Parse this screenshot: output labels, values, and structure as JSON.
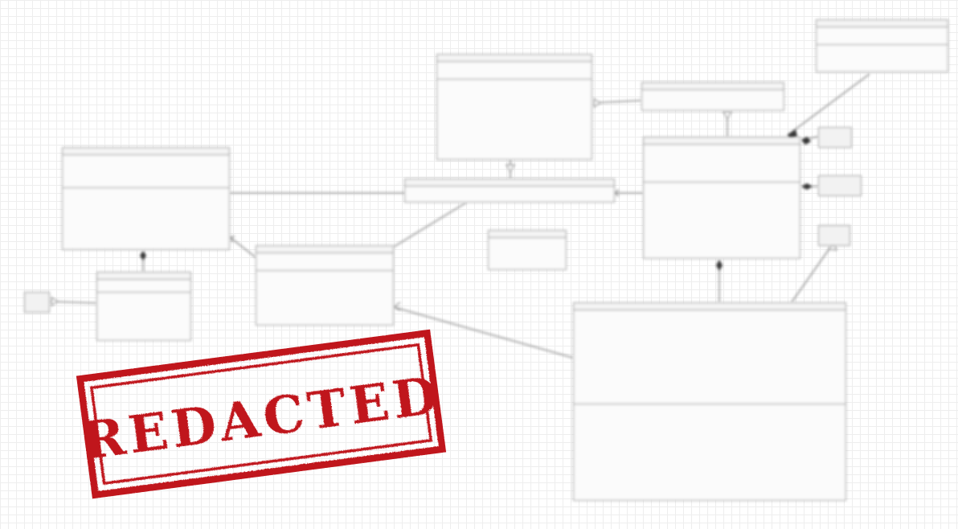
{
  "diagram": {
    "note": "Class diagram rendered heavily blurred; the class names, fields and operations are not legible in the screenshot.",
    "stamp": {
      "text": "REDACTED",
      "color": "#c0161f"
    },
    "classes": [
      {
        "id": "top-right-a",
        "rows": [
          [
            "",
            "",
            ""
          ],
          [
            "",
            "",
            "",
            ""
          ]
        ]
      },
      {
        "id": "top-center",
        "rows": [
          [
            "",
            "",
            ""
          ],
          [
            "",
            "",
            "",
            "",
            "",
            "",
            "",
            "",
            "",
            "",
            "",
            "",
            ""
          ]
        ]
      },
      {
        "id": "top-center-right",
        "rows": [
          [
            ""
          ]
        ]
      },
      {
        "id": "left-large",
        "rows": [
          [
            "",
            "",
            "",
            "",
            "",
            ""
          ],
          [
            "",
            "",
            "",
            "",
            "",
            "",
            "",
            ""
          ]
        ]
      },
      {
        "id": "center-adapter",
        "rows": [
          [
            ""
          ]
        ]
      },
      {
        "id": "right-main",
        "rows": [
          [
            "",
            "",
            "",
            "",
            "",
            "",
            ""
          ],
          [
            "",
            "",
            "",
            "",
            "",
            "",
            "",
            "",
            "",
            "",
            "",
            "",
            ""
          ]
        ]
      },
      {
        "id": "left-middle",
        "rows": [
          [
            "",
            "",
            ""
          ],
          [
            "",
            "",
            "",
            "",
            "",
            "",
            ""
          ]
        ]
      },
      {
        "id": "center-small",
        "rows": [
          [
            "",
            "",
            "",
            ""
          ]
        ]
      },
      {
        "id": "left-lower",
        "rows": [
          [
            "",
            ""
          ],
          [
            "",
            "",
            "",
            "",
            "",
            ""
          ]
        ]
      },
      {
        "id": "bottom-right-big",
        "rows": [
          [
            "",
            "",
            "",
            "",
            "",
            "",
            "",
            "",
            "",
            "",
            "",
            "",
            "",
            "",
            "",
            "",
            "",
            ""
          ],
          [
            "",
            "",
            "",
            "",
            "",
            "",
            "",
            "",
            "",
            "",
            "",
            "",
            "",
            "",
            "",
            "",
            "",
            "",
            "",
            ""
          ]
        ]
      }
    ]
  }
}
